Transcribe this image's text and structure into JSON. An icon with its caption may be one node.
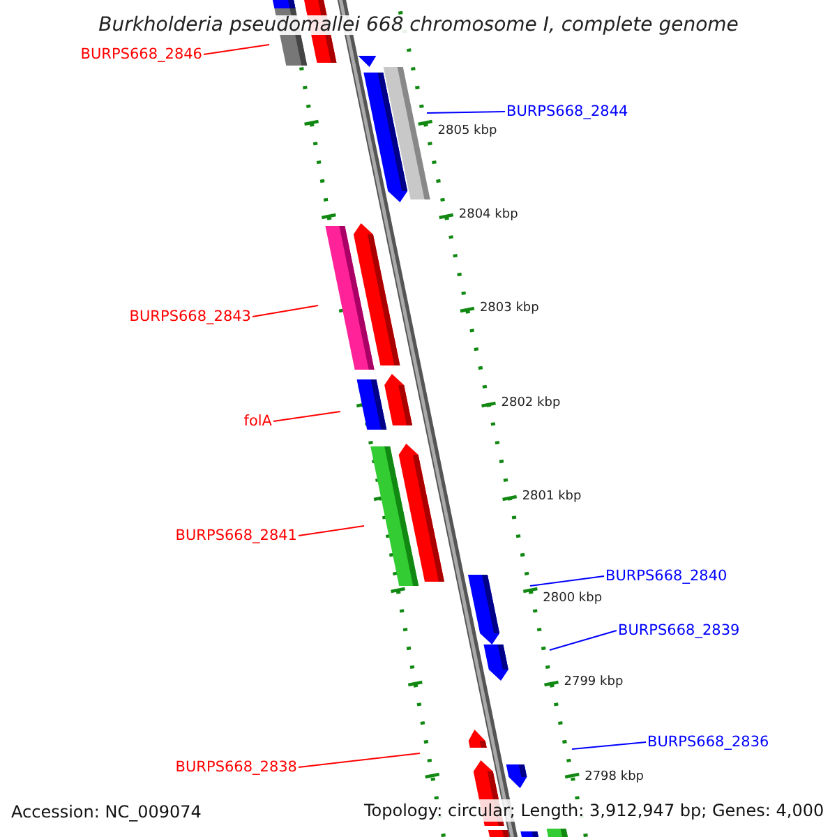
{
  "diagram": {
    "title": "Burkholderia pseudomallei 668 chromosome I, complete genome",
    "nodes": [
      {
        "text": [
          "BURPS668_2846"
        ]
      },
      {
        "text": [
          "BURPS668_2844"
        ]
      },
      {
        "text": [
          "BURPS668_2843"
        ]
      },
      {
        "text": [
          "folA"
        ]
      },
      {
        "text": [
          "BURPS668_2841"
        ]
      },
      {
        "text": [
          "BURPS668_2840"
        ]
      },
      {
        "text": [
          "BURPS668_2839"
        ]
      },
      {
        "text": [
          "BURPS668_2836"
        ]
      },
      {
        "text": [
          "BURPS668_2838"
        ]
      }
    ],
    "edges": [
      {
        "from": 0,
        "to": null,
        "arrow": "none"
      },
      {
        "from": 1,
        "to": null,
        "arrow": "none",
        "color": "#0000ff"
      },
      {
        "from": 2,
        "to": null,
        "arrow": "none"
      },
      {
        "from": 3,
        "to": null,
        "arrow": "none"
      },
      {
        "from": 4,
        "to": null,
        "arrow": "none"
      },
      {
        "from": 5,
        "to": null,
        "arrow": "none",
        "color": "#0000ff"
      },
      {
        "from": 6,
        "to": null,
        "arrow": "none",
        "color": "#0000ff"
      },
      {
        "from": 7,
        "to": null,
        "arrow": "none",
        "color": "#0000ff"
      },
      {
        "from": 8,
        "to": null,
        "arrow": "none"
      }
    ],
    "labels": [
      "2805 kbp",
      "2804 kbp",
      "2803 kbp",
      "2802 kbp",
      "2801 kbp",
      "2800 kbp",
      "2799 kbp",
      "2798 kbp",
      "Accession: NC_009074",
      "Topology: circular; Length: 3,912,947 bp; Genes: 4,000"
    ]
  }
}
